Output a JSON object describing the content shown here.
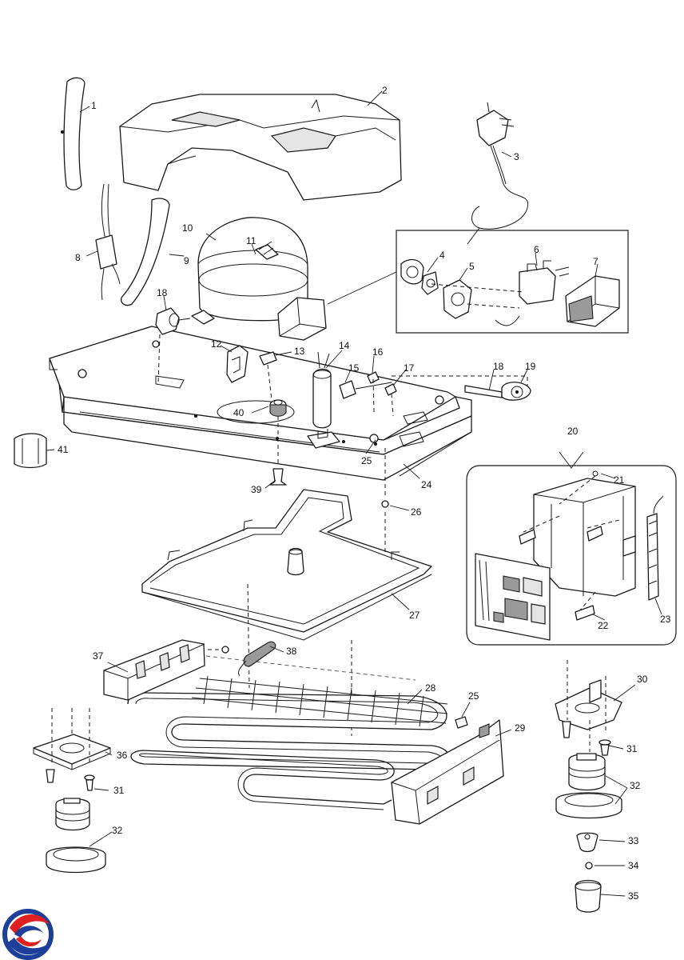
{
  "labels": {
    "n1": "1",
    "n2": "2",
    "n3": "3",
    "n4": "4",
    "n5": "5",
    "n6": "6",
    "n7": "7",
    "n8": "8",
    "n9": "9",
    "n10": "10",
    "n11": "11",
    "n12": "12",
    "n13": "13",
    "n14": "14",
    "n15": "15",
    "n16": "16",
    "n17": "17",
    "n18a": "18",
    "n18b": "18",
    "n19": "19",
    "n20": "20",
    "n21": "21",
    "n22": "22",
    "n23": "23",
    "n24": "24",
    "n25a": "25",
    "n25b": "25",
    "n26": "26",
    "n27": "27",
    "n28": "28",
    "n29": "29",
    "n30": "30",
    "n31a": "31",
    "n31b": "31",
    "n32a": "32",
    "n32b": "32",
    "n33": "33",
    "n34": "34",
    "n35": "35",
    "n36": "36",
    "n37": "37",
    "n38": "38",
    "n39": "39",
    "n40": "40",
    "n41": "41"
  },
  "logo": {
    "colors": {
      "blue": "#1d3f9a",
      "red": "#e02020"
    }
  }
}
